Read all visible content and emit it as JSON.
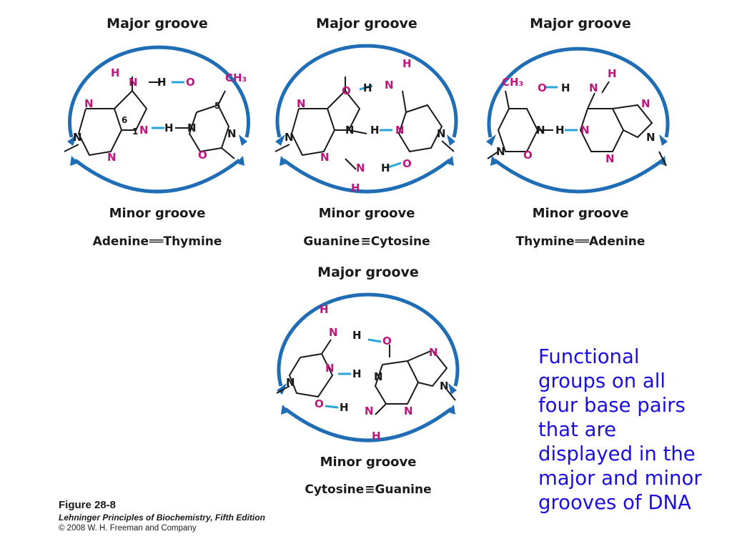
{
  "panels": [
    {
      "major": "Major groove",
      "minor": "Minor groove",
      "left_base": "Adenine",
      "bond": "══",
      "right_base": "Thymine"
    },
    {
      "major": "Major groove",
      "minor": "Minor groove",
      "left_base": "Guanine",
      "bond": "≡",
      "right_base": "Cytosine"
    },
    {
      "major": "Major groove",
      "minor": "Minor groove",
      "left_base": "Thymine",
      "bond": "══",
      "right_base": "Adenine"
    },
    {
      "major": "Major groove",
      "minor": "Minor groove",
      "left_base": "Cytosine",
      "bond": "≡",
      "right_base": "Guanine"
    }
  ],
  "caption": {
    "lines": [
      "Functional",
      "groups on all",
      "four base pairs",
      "that are",
      "displayed in the",
      "major and minor",
      "grooves of DNA"
    ]
  },
  "credit": {
    "figure": "Figure 28-8",
    "book": "Lehninger Principles of Biochemistry, Fifth Edition",
    "copyright": "© 2008 W. H. Freeman and Company"
  },
  "atoms": {
    "N": "N",
    "H": "H",
    "O": "O",
    "CH3": "CH₃",
    "six": "6",
    "one": "1",
    "five": "5"
  },
  "colors": {
    "arrow": "#1f6db5",
    "heteroatom": "#c0157a",
    "hbond": "#2aa3d8",
    "bond": "#1a1a1a",
    "caption": "#1a0fe0"
  }
}
